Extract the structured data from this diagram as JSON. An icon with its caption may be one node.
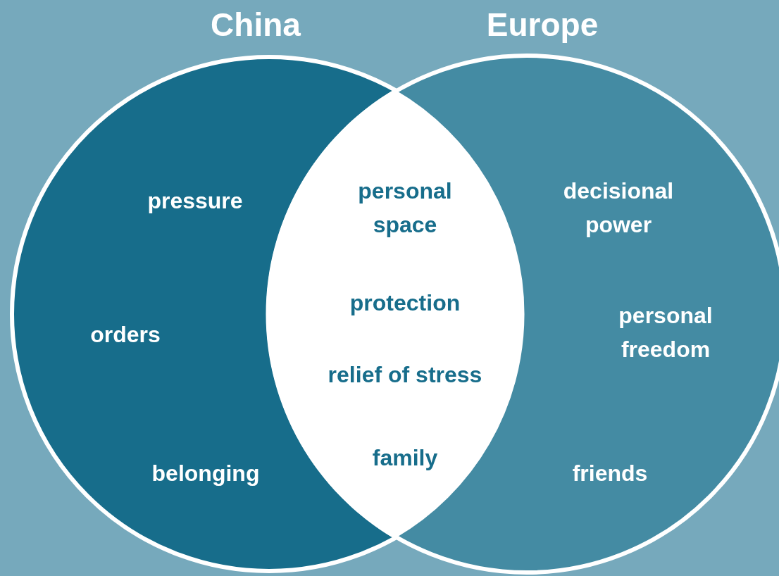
{
  "diagram": {
    "nodes": [
      {
        "text": [
          "China",
          "pressure",
          "orders",
          "belonging"
        ]
      },
      {
        "text": [
          "Europe",
          "decisional power",
          "personal freedom",
          "friends"
        ]
      },
      {
        "text": [
          "personal space",
          "protection",
          "relief of stress",
          "family"
        ]
      }
    ]
  }
}
